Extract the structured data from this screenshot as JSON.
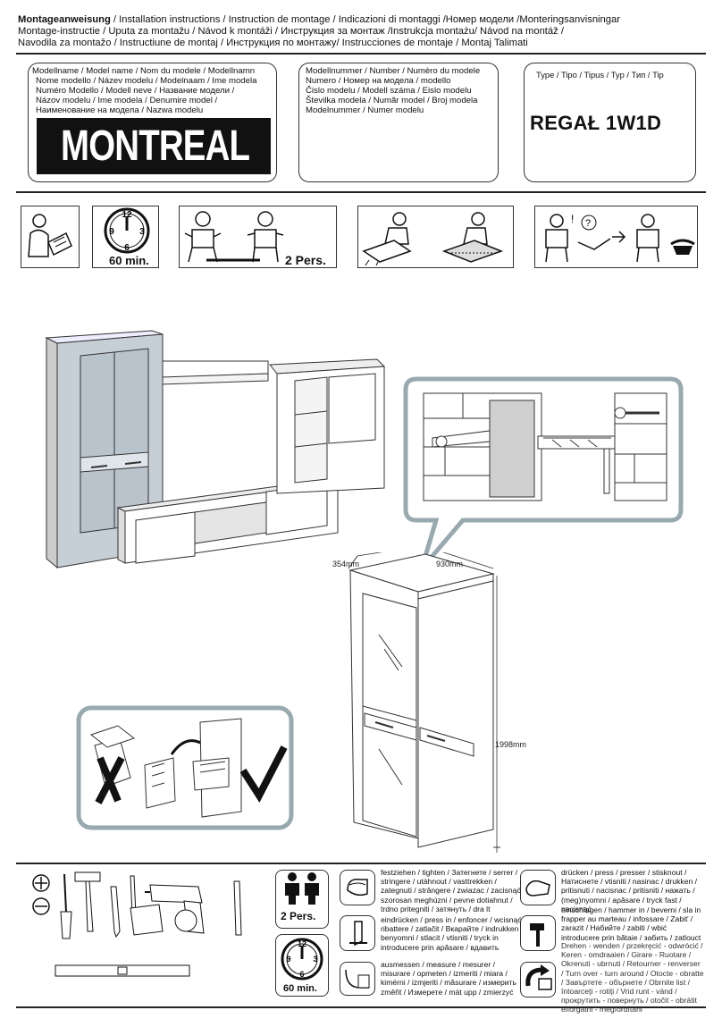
{
  "header": {
    "title_bold": "Montageanweisung",
    "line1_rest": " / Installation instructions / Instruction de montage / Indicazioni di montaggi /Номер модели /Monteringsanvisningar",
    "line2": "Montage-instructie / Uputa za montažu / Návod k montáži / Инструкция за монтаж /Instrukcja montażu/ Návod na montáž /",
    "line3": "Navodila za montažo / Instructiune de montaj / Инструкция по монтажу/ Instrucciones de montaje / Montaj Talimati"
  },
  "model_name_box": {
    "lines": [
      "Modellname / Model name / Nom du modele / Modellnamn",
      "Nome modello / Název modelu / Modelnaam / Ime modela",
      "Numéro Modello / Modell neve / Название модели /",
      "Názov modelu / Ime modela / Denumire model /",
      "Наименование на модела / Nazwa modelu"
    ],
    "model_name": "MONTREAL"
  },
  "model_number_box": {
    "lines": [
      "Modellnummer / Number / Numèro du modele",
      "Numero /  Номер на модела / modello",
      "Čislo modelu / Modell száma / Eislo modelu",
      "Številka modela / Număr model / Broj modela",
      "Modelnummer / Numer modelu"
    ]
  },
  "type_box": {
    "label": "Type / Tipo / Tipus / Typ / Тип  / Tip",
    "value": "REGAŁ 1W1D"
  },
  "info_row": {
    "time": "60 min.",
    "persons": "2 Pers.",
    "clock_numbers": [
      "12",
      "3",
      "6",
      "9"
    ]
  },
  "dimensions": {
    "depth": "354mm",
    "width": "930mm",
    "height": "1998mm"
  },
  "legend": {
    "persons": "2 Pers.",
    "time": "60 min.",
    "clock_numbers": [
      "12",
      "3",
      "6",
      "9"
    ],
    "tighten": "festziehen / tighten / Затегнете / serrer / stringere / utáhnout / vasttrekken / zategnuti / strângere / zwiazac / zacisnąć szorosan meghúzni / pevne dotiahnut / trdno pritegniti / затянуть / dra lt",
    "press_in": "eindrücken / press in / enfoncer / wcisnąć ribattere / zatlačit / Вкарайте / indrukken benyomni / stlacit  / vtisniti / tryck in introducere prin apăsare / вдавить",
    "measure": "ausmessen / measure / mesurer / misurare / opmeten / izmeriti / miara / kimérni / izmjeriti / măsurare / измерить změřit / Измерете / mät upp / zmierzyć",
    "press": "drücken / press / presser / stisknout / Натиснете / vtisniti / nasinac / drukken / pritisnuti / nacisnac / pritisniti / нажать / (meg)nyomni / apăsare / tryck fast / nacisnąć",
    "hammer": "einschlagen / hammer in / beverni / sla in frapper au marteau / infossare / Zabiť / zarazit / Набийте / zabiti / wbić introducere prin bătaie / забить / zatlouct",
    "turn": "Drehen - wenden / przekręcić - odwrócić / Keren - omdraaien / Girare - Ruotare / Okrenuti - ubrnuti / Retourner - renverser / Turn over - turn around / Otocte - obratte / Завъртете - обърнете / Obrnite list / întoarceţi - rotiţi / Vrid runt - vänd / прокрутить - повернуть / otočit - obrátit elforgatni - megfordítani"
  }
}
